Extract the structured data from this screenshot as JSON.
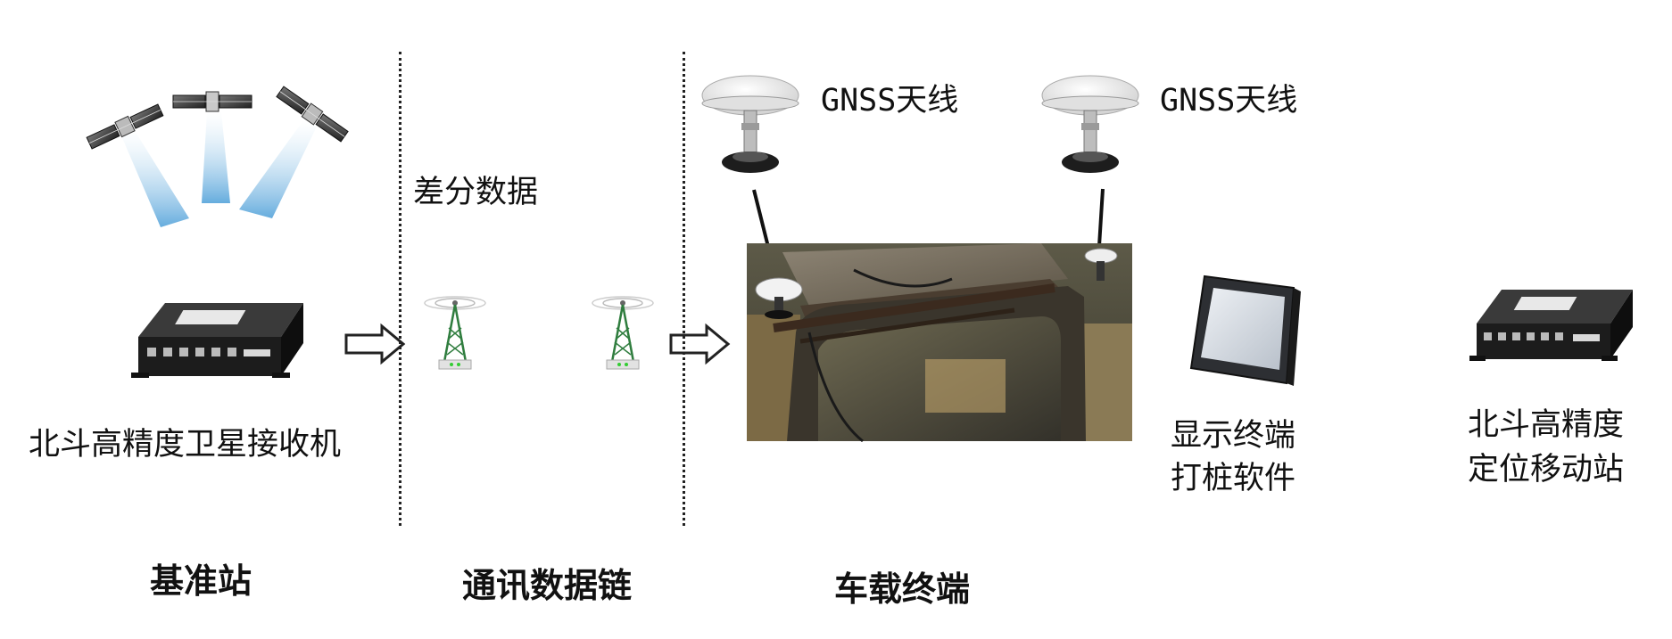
{
  "sections": {
    "base_station": "基准站",
    "comm_link": "通讯数据链",
    "vehicle_terminal": "车载终端"
  },
  "labels": {
    "receiver": "北斗高精度卫星接收机",
    "diff_data": "差分数据",
    "gnss_antenna_left": "GNSS天线",
    "gnss_antenna_right": "GNSS天线",
    "display_line1": "显示终端",
    "display_line2": "打桩软件",
    "mobile_line1": "北斗高精度",
    "mobile_line2": "定位移动站"
  },
  "colors": {
    "beam": "#8fc3e6",
    "device_body": "#1e1e1e",
    "tower": "#2f7d3e",
    "arrow_stroke": "#222222"
  },
  "icons": [
    "satellite-icon",
    "receiver-device-icon",
    "radio-tower-icon",
    "gnss-antenna-icon",
    "display-terminal-icon",
    "arrow-right-icon"
  ]
}
